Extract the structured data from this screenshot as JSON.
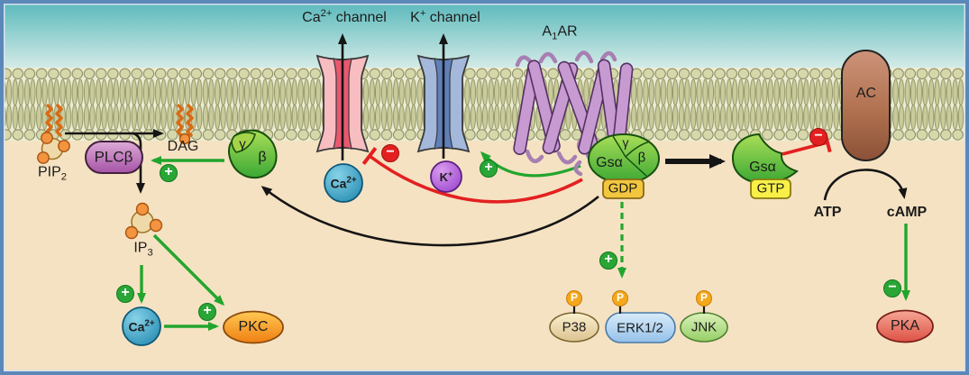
{
  "figure": {
    "kind": "cell-signaling pathway diagram (A1 adenosine receptor signaling)"
  },
  "colors": {
    "frame_blue": "#5b87b9",
    "extracellular_top": "#5fbcbd",
    "extracellular_bottom": "#daeeeb",
    "membrane_olive": "#d6d8ab",
    "cytoplasm_tan": "#f5e2c2",
    "activation_green": "#2aa636",
    "inhibition_red": "#e32020",
    "phosphate_orange": "#f5a81c",
    "ca_channel_pink": "#f7bdc1",
    "k_channel_blue": "#a3b8da",
    "receptor_purple": "#c79ad2",
    "g_protein_green": "#52b342",
    "ac_brown": "#b0714f"
  },
  "icons": {
    "plus_glyph": "+",
    "minus_glyph": "−",
    "phosphate_glyph": "P"
  },
  "labels": {
    "ca_channel": {
      "base": "Ca",
      "sup": "2+",
      "rest": " channel"
    },
    "k_channel": {
      "base": "K",
      "sup": "+",
      "rest": " channel"
    },
    "a1ar": {
      "base": "A",
      "sub": "1",
      "rest": "AR"
    },
    "pip2": {
      "base": "PIP",
      "sub": "2"
    },
    "ip3": {
      "base": "IP",
      "sub": "3"
    },
    "plcb": "PLCβ",
    "dag": "DAG",
    "gamma_left": "γ",
    "beta_left": "β",
    "gamma_gs": "γ",
    "beta_gs": "β",
    "gs_alpha": "Gsα",
    "gs_alpha_gtp": "Gsα",
    "gdp": "GDP",
    "gtp": "GTP",
    "ca_ion_top": {
      "base": "Ca",
      "sup": "2+"
    },
    "k_ion": {
      "base": "K",
      "sup": "+"
    },
    "ca_ion_bottom": {
      "base": "Ca",
      "sup": "2+"
    },
    "pkc": "PKC",
    "pka": "PKA",
    "p38": "P38",
    "erk": "ERK1/2",
    "jnk": "JNK",
    "ac": "AC",
    "atp": "ATP",
    "camp": "cAMP"
  }
}
